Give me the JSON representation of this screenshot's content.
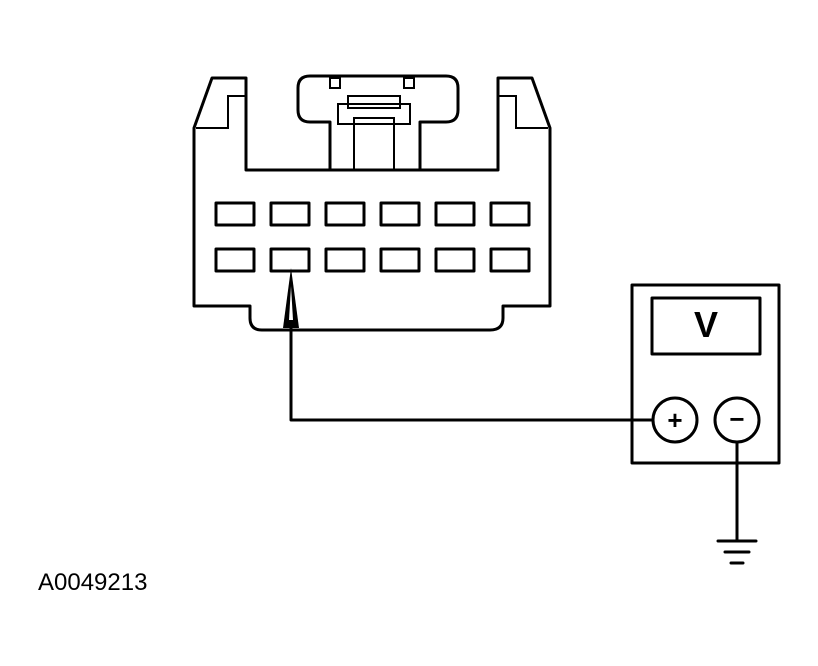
{
  "figure_id": "A0049213",
  "meter": {
    "display_symbol": "V",
    "positive_terminal": "+",
    "negative_terminal": "−"
  },
  "connector": {
    "rows": 2,
    "cols": 6
  },
  "colors": {
    "ink": "#000000",
    "background": "#ffffff"
  },
  "icons": [
    "ground-icon",
    "probe-icon"
  ]
}
